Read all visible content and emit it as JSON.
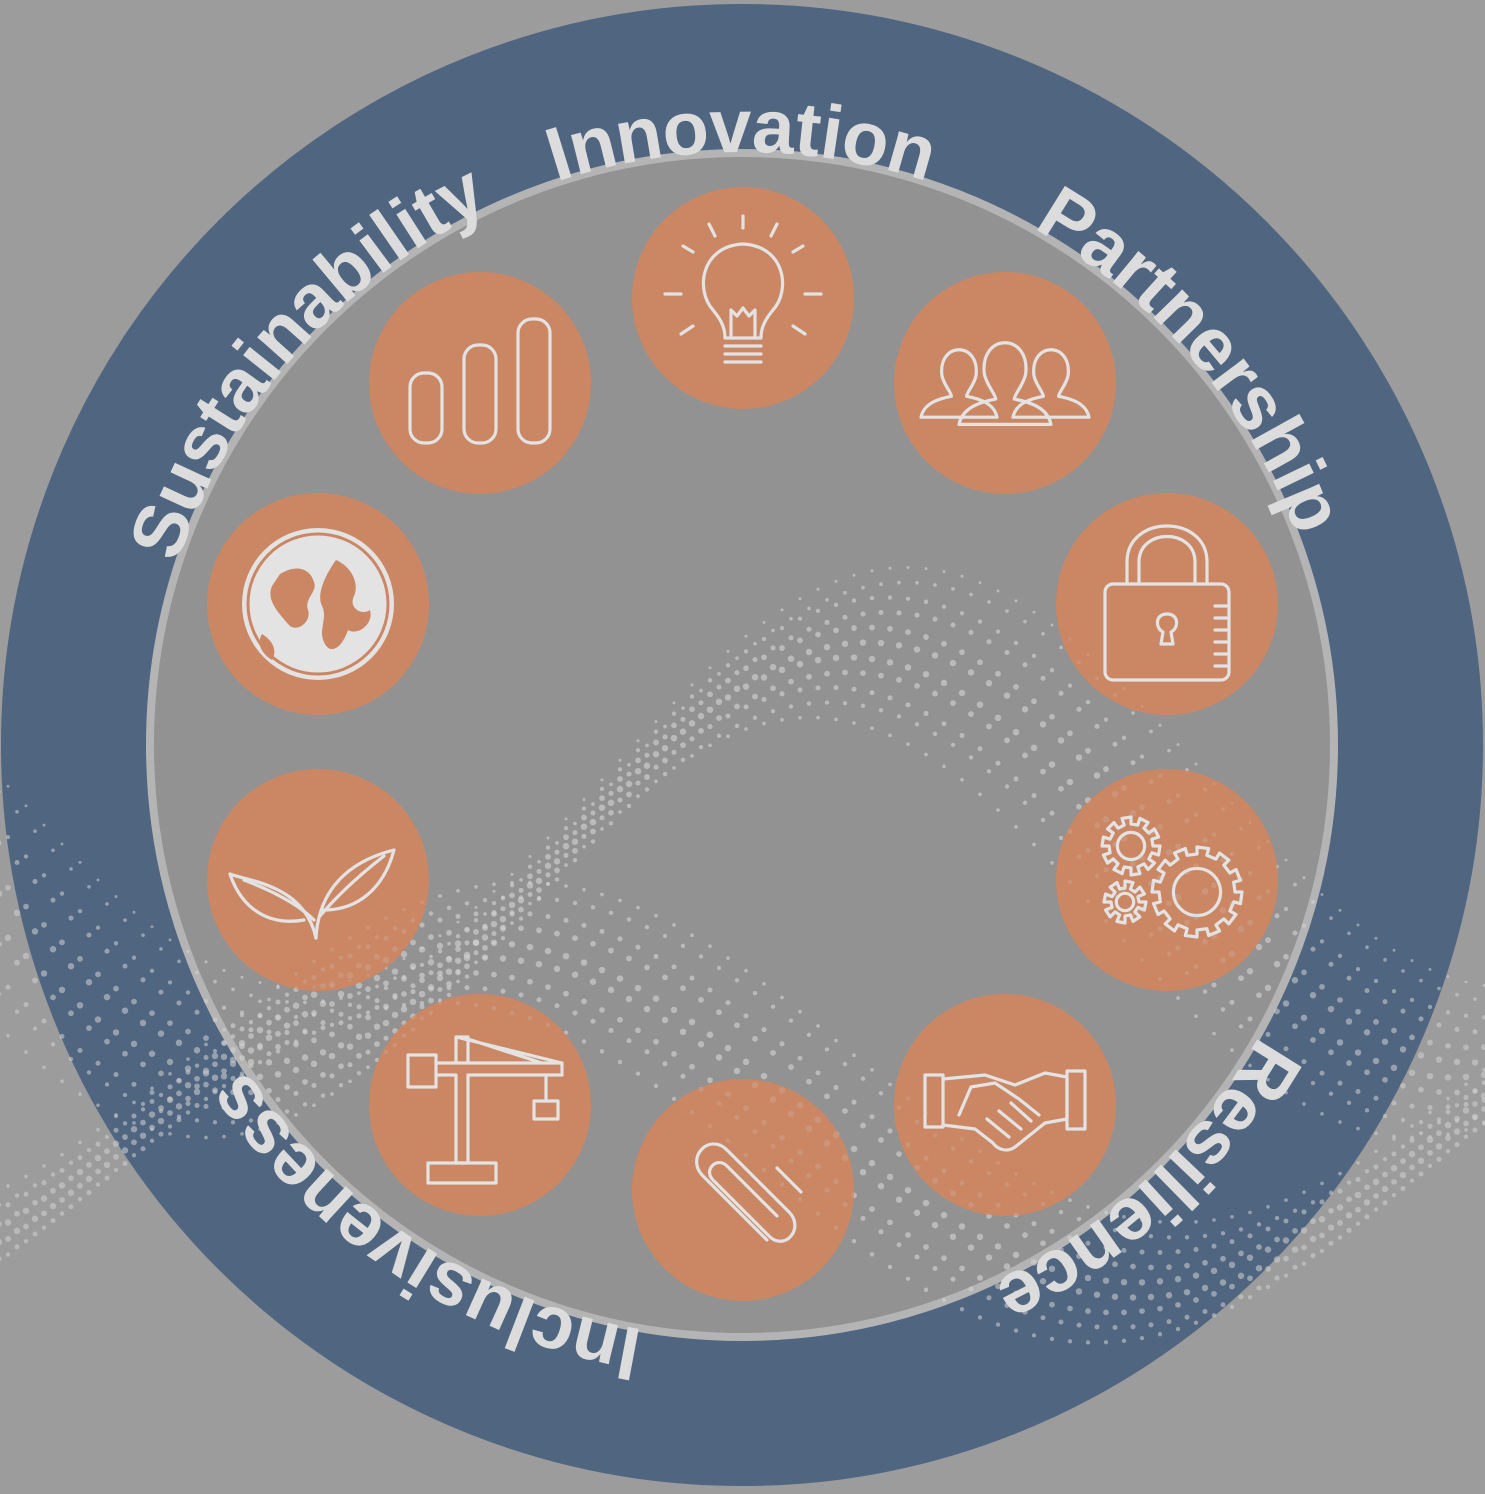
{
  "colors": {
    "background": "#9c9c9c",
    "ring": "#506580",
    "inner_disc": "#929292",
    "inner_border": "#b4b4b4",
    "badge": "#cb8764",
    "icon": "#e3e3e3",
    "label": "#dcdcdc",
    "dots": "#d2d2d2"
  },
  "ring_labels": [
    {
      "id": "innovation",
      "text": "Innovation"
    },
    {
      "id": "partnership",
      "text": "Partnership"
    },
    {
      "id": "resilience",
      "text": "Resilience"
    },
    {
      "id": "inclusiveness",
      "text": "Inclusiveness"
    },
    {
      "id": "sustainability",
      "text": "Sustainability"
    }
  ],
  "icons": [
    {
      "name": "lightbulb-icon"
    },
    {
      "name": "people-group-icon"
    },
    {
      "name": "padlock-icon"
    },
    {
      "name": "gears-icon"
    },
    {
      "name": "handshake-icon"
    },
    {
      "name": "paperclip-icon"
    },
    {
      "name": "crane-icon"
    },
    {
      "name": "leaf-sprout-icon"
    },
    {
      "name": "globe-icon"
    },
    {
      "name": "bar-chart-icon"
    }
  ]
}
